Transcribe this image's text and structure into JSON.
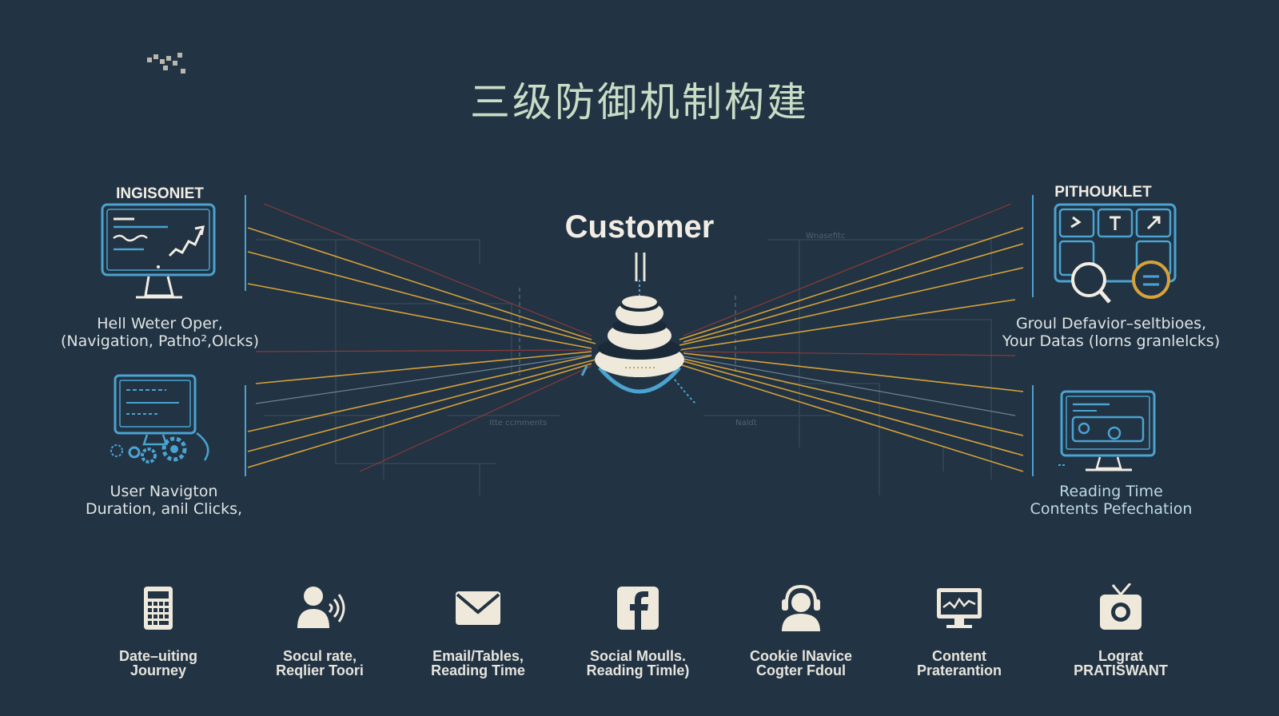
{
  "title": "三级防御机制构建",
  "center": {
    "label": "Customer",
    "icon": "layered-stack-icon"
  },
  "left_top": {
    "header": "INGISONIET",
    "line1": "Hell Weter Oper,",
    "line2": "(Navigation, Patho²,Olcks)",
    "icon": "analytics-monitor-icon"
  },
  "left_bottom": {
    "line1": "User Navigton",
    "line2": "Duration, anil Clicks,",
    "icon": "monitor-gears-icon"
  },
  "right_top": {
    "header": "PITHOUKLET",
    "line1": "Groul Defavior–seltbioes,",
    "line2": "Your Datas (lorns granlelcks)",
    "icon": "dashboard-search-icon"
  },
  "right_bottom": {
    "line1": "Reading Time",
    "line2": "Contents Pefechation",
    "icon": "monitor-media-icon"
  },
  "faint_labels": {
    "a": "Wnasefitc",
    "b": "Itte ccmments",
    "c": "Naldt"
  },
  "bottom_items": [
    {
      "line1": "Date–uiting",
      "line2": "Journey",
      "icon": "calculator-icon"
    },
    {
      "line1": "Socul rate,",
      "line2": "Reqlier Toori",
      "icon": "user-speaker-icon"
    },
    {
      "line1": "Email/Tables,",
      "line2": "Reading Time",
      "icon": "email-icon"
    },
    {
      "line1": "Social Moulls.",
      "line2": "Reading Timle)",
      "icon": "facebook-icon"
    },
    {
      "line1": "Cookie lNavice",
      "line2": "Cogter Fdoul",
      "icon": "headset-user-icon"
    },
    {
      "line1": "Content",
      "line2": "Praterantion",
      "icon": "monitor-chart-icon"
    },
    {
      "line1": "Lograt",
      "line2": "PRATISWANT",
      "icon": "tv-icon"
    }
  ],
  "colors": {
    "background": "#223343",
    "accent_yellow": "#d6a23a",
    "accent_blue": "#4aa3d0",
    "line_red": "#8a3b3b",
    "text": "#f2ede4"
  }
}
